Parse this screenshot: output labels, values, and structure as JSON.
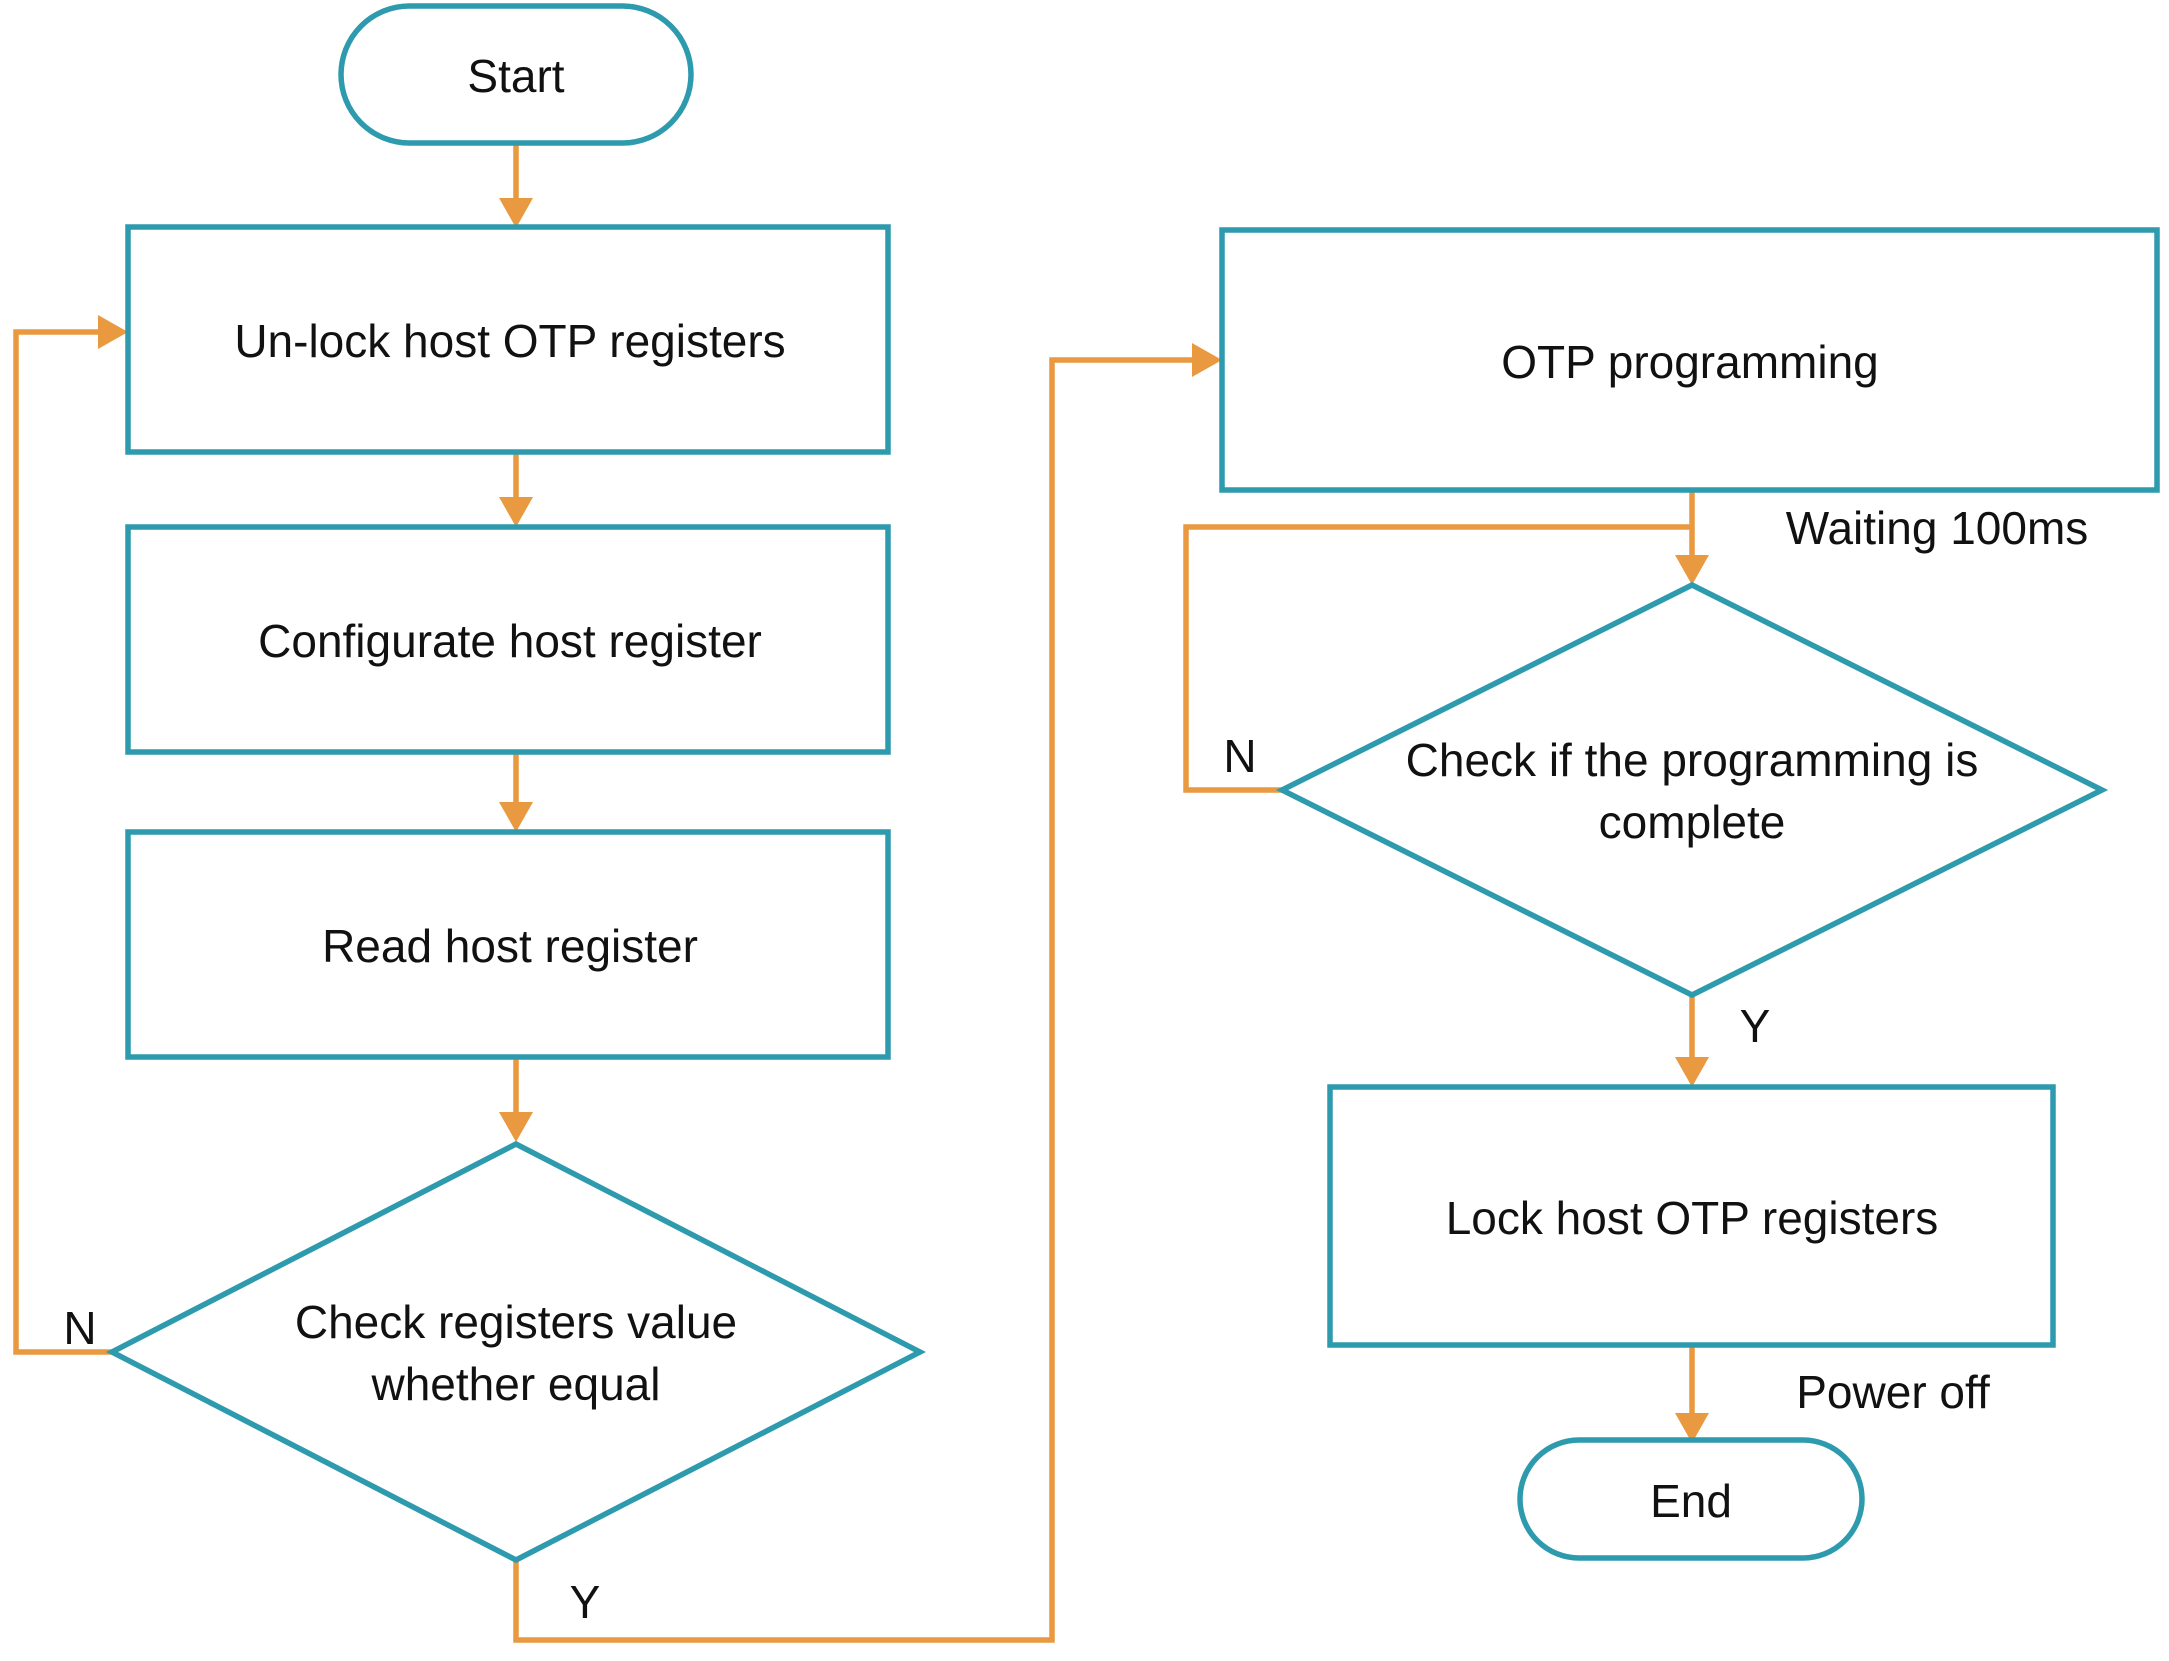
{
  "flowchart": {
    "background": "#ffffff",
    "colors": {
      "node_stroke": "#2e9aae",
      "arrow": "#e9993f",
      "text": "#111111"
    },
    "nodes": {
      "start": {
        "label": "Start"
      },
      "unlock": {
        "label": "Un-lock host OTP registers"
      },
      "configurate": {
        "label": "Configurate host register"
      },
      "read": {
        "label": "Read host register"
      },
      "check_registers": {
        "line1": "Check registers value",
        "line2": "whether equal"
      },
      "otp_programming": {
        "label": "OTP programming"
      },
      "check_programming": {
        "line1": "Check if the programming is",
        "line2": "complete"
      },
      "lock": {
        "label": "Lock host OTP registers"
      },
      "end": {
        "label": "End"
      }
    },
    "edge_labels": {
      "check_registers_no": "N",
      "check_registers_yes": "Y",
      "check_programming_no": "N",
      "check_programming_yes": "Y",
      "waiting": "Waiting 100ms",
      "power_off": "Power off"
    }
  }
}
